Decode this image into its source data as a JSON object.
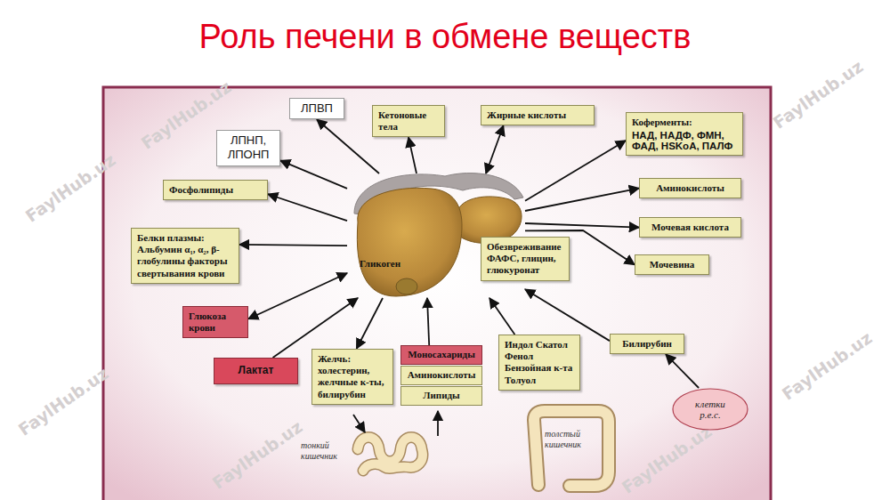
{
  "diagram": {
    "title": "Роль печени в обмене веществ",
    "nodes": [
      {
        "text": [
          "ЛПВП"
        ]
      },
      {
        "text": [
          "Кетоновые тела"
        ]
      },
      {
        "text": [
          "Жирные кислоты"
        ]
      },
      {
        "text": [
          "Коферменты:",
          "НАД, НАДФ, ФМН, ФАД, HSKoA, ПАЛФ"
        ]
      },
      {
        "text": [
          "ЛПНП, ЛПОНП"
        ]
      },
      {
        "text": [
          "Фосфолипиды"
        ]
      },
      {
        "text": [
          "Аминокислоты"
        ]
      },
      {
        "text": [
          "Гликоген"
        ]
      },
      {
        "text": [
          "Мочевая кислота"
        ]
      },
      {
        "text": [
          "Белки плазмы:",
          "Альбумин α₁, α₂, β-глобулины факторы свертывания крови"
        ]
      },
      {
        "text": [
          "Обезвреживание ФАФС, глицин, глюкуронат"
        ]
      },
      {
        "text": [
          "Мочевина"
        ]
      },
      {
        "text": [
          "Глюкоза крови"
        ]
      },
      {
        "text": [
          "Билирубин"
        ]
      },
      {
        "text": [
          "Индол Скатол Фенол Бензойная к-та Толуол"
        ]
      },
      {
        "text": [
          "Моносахариды"
        ]
      },
      {
        "text": [
          "Аминокислоты"
        ]
      },
      {
        "text": [
          "Липиды"
        ]
      },
      {
        "text": [
          "Лактат"
        ]
      },
      {
        "text": [
          "Желчь: холестерин, желчные к-ты, билирубин"
        ]
      },
      {
        "text": [
          "клетки р.е.с."
        ]
      }
    ],
    "edges": [
      {
        "from": 7,
        "to": 0,
        "arrow": "to"
      },
      {
        "from": 7,
        "to": 1,
        "arrow": "to"
      },
      {
        "from": 7,
        "to": 2,
        "arrow": "both"
      },
      {
        "from": 7,
        "to": 4,
        "arrow": "to"
      },
      {
        "from": 7,
        "to": 3,
        "arrow": "to"
      },
      {
        "from": 7,
        "to": 5,
        "arrow": "to"
      },
      {
        "from": 7,
        "to": 6,
        "arrow": "to"
      },
      {
        "from": 7,
        "to": 8,
        "arrow": "to"
      },
      {
        "from": 7,
        "to": 9,
        "arrow": "to"
      },
      {
        "from": 7,
        "to": 11,
        "arrow": "to"
      },
      {
        "from": 7,
        "to": 12,
        "arrow": "both"
      },
      {
        "from": 13,
        "to": 7,
        "arrow": "to"
      },
      {
        "from": 14,
        "to": 7,
        "arrow": "to"
      },
      {
        "from": 15,
        "to": 7,
        "arrow": "to"
      },
      {
        "from": 18,
        "to": 7,
        "arrow": "to"
      },
      {
        "from": 7,
        "to": 19,
        "arrow": "to"
      },
      {
        "from": 20,
        "to": 13,
        "arrow": "to"
      }
    ],
    "labels": [
      "тонкий кишечник",
      "толстый кишечник",
      "FaylHub.uz",
      "FaylHub.uz",
      "FaylHub.uz",
      "FaylHub.uz",
      "FaylHub.uz",
      "FaylHub.uz",
      "FaylHub.uz"
    ]
  }
}
